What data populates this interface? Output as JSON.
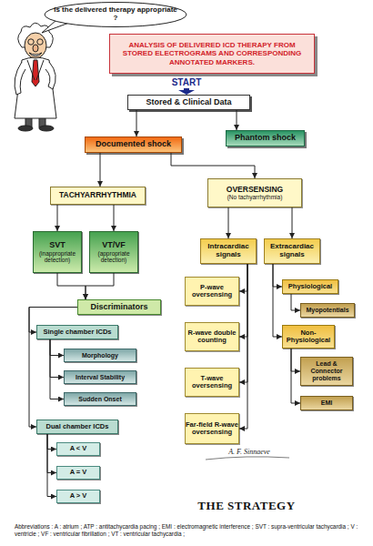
{
  "diagram": {
    "title": "ANALYSIS OF DELIVERED ICD THERAPY FROM STORED ELECTROGRAMS AND CORRESPONDING ANNOTATED MARKERS.",
    "caption": "Abbreviations : A : atrium ; ATP : antitachycardia pacing ; EMI : electromagnetic interference ; SVT : supra-ventricular tachycardia ; V : ventricle ; VF : ventricular fibrillation ; VT : ventricular tachycardia ;",
    "nodes": [
      {
        "text": [
          "Is the delivered therapy appropriate ?"
        ]
      },
      {
        "text": [
          "Stored & Clinical Data"
        ]
      },
      {
        "text": [
          "Documented shock"
        ]
      },
      {
        "text": [
          "Phantom shock"
        ]
      },
      {
        "text": [
          "TACHYARRHYTHMIA"
        ]
      },
      {
        "text": [
          "OVERSENSING",
          "(No tachyarrhythmia)"
        ]
      },
      {
        "text": [
          "SVT",
          "(inappropriate detection)"
        ]
      },
      {
        "text": [
          "VT/VF",
          "(appropriate detection)"
        ]
      },
      {
        "text": [
          "Intracardiac signals"
        ]
      },
      {
        "text": [
          "Extracardiac signals"
        ]
      },
      {
        "text": [
          "Discriminators"
        ]
      },
      {
        "text": [
          "Single chamber ICDs"
        ]
      },
      {
        "text": [
          "Morphology"
        ]
      },
      {
        "text": [
          "Interval Stability"
        ]
      },
      {
        "text": [
          "Sudden Onset"
        ]
      },
      {
        "text": [
          "Dual chamber ICDs"
        ]
      },
      {
        "text": [
          "A < V"
        ]
      },
      {
        "text": [
          "A = V"
        ]
      },
      {
        "text": [
          "A > V"
        ]
      },
      {
        "text": [
          "P-wave oversensing"
        ]
      },
      {
        "text": [
          "R-wave double counting"
        ]
      },
      {
        "text": [
          "T-wave oversensing"
        ]
      },
      {
        "text": [
          "Far-field R-wave oversensing"
        ]
      },
      {
        "text": [
          "Physiological"
        ]
      },
      {
        "text": [
          "Myopotentials"
        ]
      },
      {
        "text": [
          "Non-Physiological"
        ]
      },
      {
        "text": [
          "Lead & Connector problems"
        ]
      },
      {
        "text": [
          "EMI"
        ]
      }
    ],
    "edges": [
      {
        "from": 1,
        "to": 2,
        "arrow": "to"
      },
      {
        "from": 1,
        "to": 3,
        "arrow": "to"
      },
      {
        "from": 2,
        "to": 4,
        "arrow": "to"
      },
      {
        "from": 2,
        "to": 5,
        "arrow": "to"
      },
      {
        "from": 4,
        "to": 6,
        "arrow": "to"
      },
      {
        "from": 4,
        "to": 7,
        "arrow": "to"
      },
      {
        "from": 6,
        "to": 10,
        "arrow": "to"
      },
      {
        "from": 7,
        "to": 10,
        "arrow": "to"
      },
      {
        "from": 10,
        "to": 11,
        "arrow": "to"
      },
      {
        "from": 10,
        "to": 15,
        "arrow": "to"
      },
      {
        "from": 11,
        "to": 12,
        "arrow": "to"
      },
      {
        "from": 11,
        "to": 13,
        "arrow": "to"
      },
      {
        "from": 11,
        "to": 14,
        "arrow": "to"
      },
      {
        "from": 15,
        "to": 16,
        "arrow": "to"
      },
      {
        "from": 15,
        "to": 17,
        "arrow": "to"
      },
      {
        "from": 15,
        "to": 18,
        "arrow": "to"
      },
      {
        "from": 5,
        "to": 8,
        "arrow": "to"
      },
      {
        "from": 5,
        "to": 9,
        "arrow": "to"
      },
      {
        "from": 8,
        "to": 19,
        "arrow": "to"
      },
      {
        "from": 8,
        "to": 20,
        "arrow": "to"
      },
      {
        "from": 8,
        "to": 21,
        "arrow": "to"
      },
      {
        "from": 8,
        "to": 22,
        "arrow": "to"
      },
      {
        "from": 9,
        "to": 23,
        "arrow": "to"
      },
      {
        "from": 9,
        "to": 25,
        "arrow": "to"
      },
      {
        "from": 23,
        "to": 24,
        "arrow": "to"
      },
      {
        "from": 25,
        "to": 26,
        "arrow": "to"
      },
      {
        "from": 25,
        "to": 27,
        "arrow": "to"
      }
    ],
    "labels": [
      "START",
      "A. F. Sinnaeve",
      "THE STRATEGY"
    ]
  }
}
